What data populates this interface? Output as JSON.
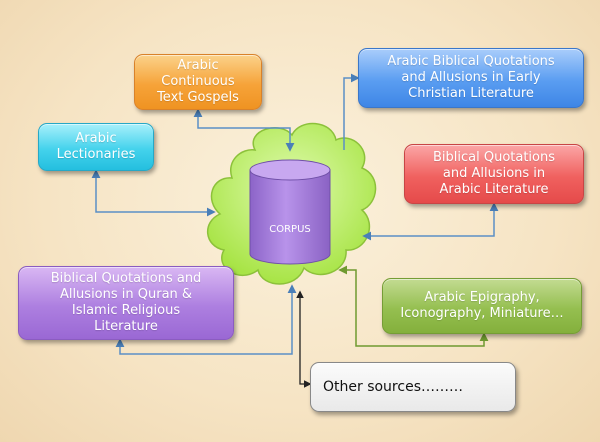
{
  "center": {
    "label": "CORPUS"
  },
  "nodes": {
    "gospels": {
      "label": "Arabic\nContinuous\nText Gospels",
      "color": "#f6a339"
    },
    "lectionaries": {
      "label": "Arabic\nLectionaries",
      "color": "#44d2ec"
    },
    "early_christian": {
      "label": "Arabic Biblical Quotations\nand Allusions in Early\nChristian Literature",
      "color": "#5a9df1"
    },
    "arabic_literature": {
      "label": "Biblical Quotations\nand Allusions in\nArabic Literature",
      "color": "#f0615f"
    },
    "quran": {
      "label": "Biblical Quotations and\nAllusions in Quran &\nIslamic Religious\nLiterature",
      "color": "#ad7fe0"
    },
    "epigraphy": {
      "label": "Arabic Epigraphy,\nIconography, Miniature…",
      "color": "#95bf50"
    },
    "other": {
      "label": "Other  sources………",
      "color": "#eeeeee"
    }
  },
  "colors": {
    "connector": "#5b8fc6",
    "cloud": "#b4ec52",
    "cylinder": "#a47fd8",
    "background": "#f6e4c4"
  }
}
